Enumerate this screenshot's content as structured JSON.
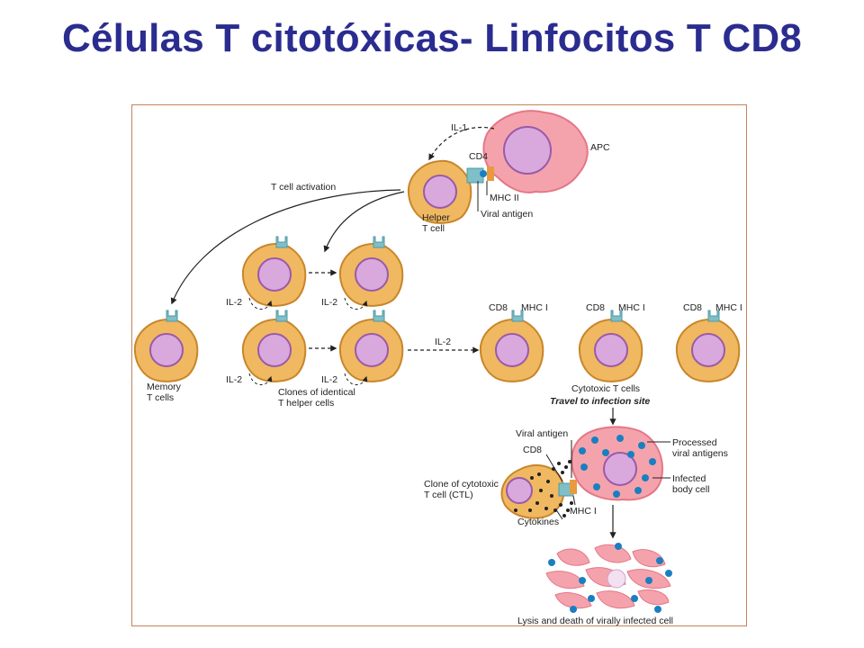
{
  "title": "Células T citotóxicas- Linfocitos T CD8",
  "diagram": {
    "il1": "IL-1",
    "apc": "APC",
    "cd4": "CD4",
    "mhc2": "MHC II",
    "viral_antigen": "Viral antigen",
    "helper_l1": "Helper",
    "helper_l2": "T cell",
    "t_cell_activation": "T cell activation",
    "il2": "IL-2",
    "memory_l1": "Memory",
    "memory_l2": "T cells",
    "clones_l1": "Clones of identical",
    "clones_l2": "T helper cells",
    "cd8": "CD8",
    "mhc1": "MHC I",
    "cytotoxic_t_cells": "Cytotoxic T cells",
    "travel": "Travel to infection site",
    "processed_l1": "Processed",
    "processed_l2": "viral antigens",
    "infected_l1": "Infected",
    "infected_l2": "body cell",
    "ctl_l1": "Clone of cytotoxic",
    "ctl_l2": "T cell (CTL)",
    "cytokines": "Cytokines",
    "lysis": "Lysis and death of virally infected cell"
  },
  "colors": {
    "title": "#2b2c8f",
    "cell_body": "#f0b860",
    "cell_edge": "#c8862a",
    "nucleus": "#d9a9de",
    "nucleus_edge": "#9a5aa8",
    "receptor": "#7fbfc7",
    "apc_body": "#f4a3ad",
    "apc_edge": "#e57785",
    "antigen": "#1a7fc1",
    "frame": "#c3845a"
  }
}
